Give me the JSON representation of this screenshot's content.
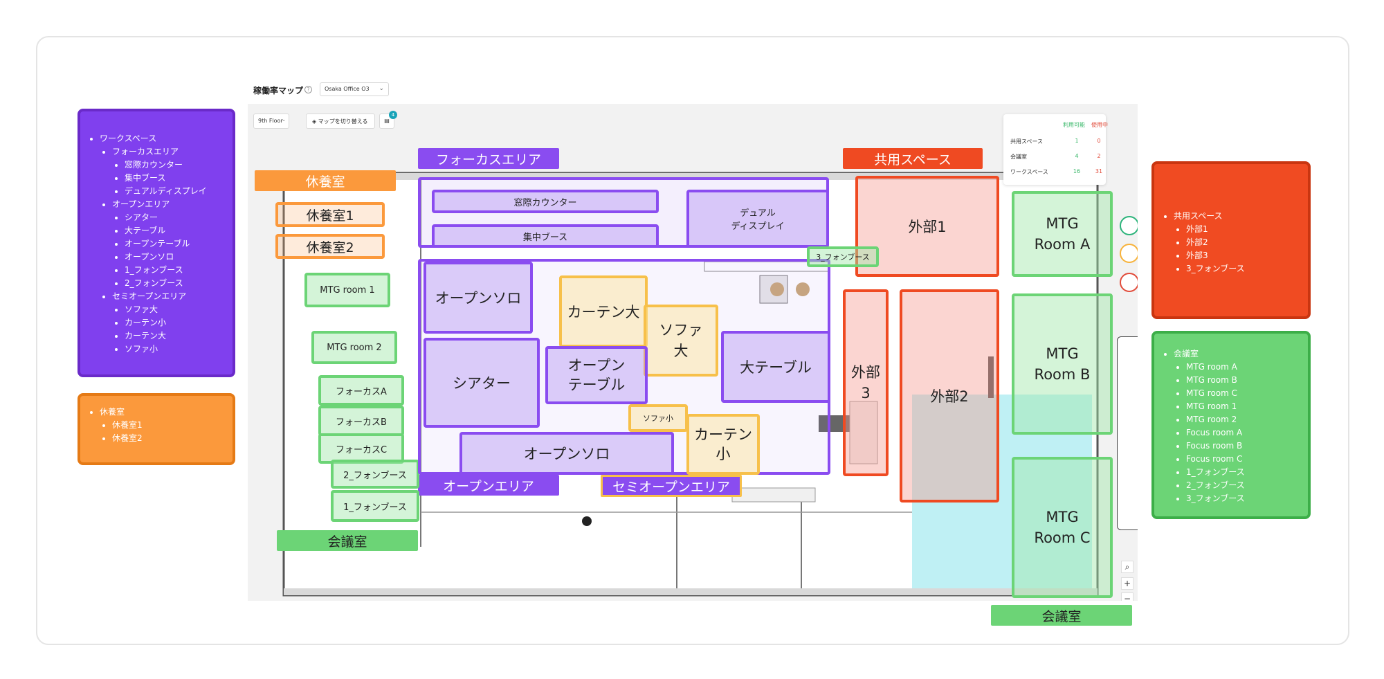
{
  "header": {
    "title": "稼働率マップ",
    "help_icon": "help-circle-icon",
    "office_select": "Osaka Office O3"
  },
  "toolbar": {
    "floor_select": "9th Floor",
    "switch_map": "マップを切り替える",
    "layers_badge": "4"
  },
  "stats": {
    "col_available": "利用可能",
    "col_in_use": "使用中",
    "rows": [
      {
        "label": "共用スペース",
        "available": "1",
        "in_use": "0"
      },
      {
        "label": "会議室",
        "available": "4",
        "in_use": "2"
      },
      {
        "label": "ワークスペース",
        "available": "16",
        "in_use": "31"
      }
    ]
  },
  "legend_workspace": {
    "title": "ワークスペース",
    "focus": {
      "title": "フォーカスエリア",
      "items": [
        "窓際カウンター",
        "集中ブース",
        "デュアルディスプレイ"
      ]
    },
    "open": {
      "title": "オープンエリア",
      "items": [
        "シアター",
        "大テーブル",
        "オープンテーブル",
        "オープンソロ",
        "1_フォンブース",
        "2_フォンブース"
      ]
    },
    "semi": {
      "title": "セミオープンエリア",
      "items": [
        "ソファ大",
        "カーテン小",
        "カーテン大",
        "ソファ小"
      ]
    }
  },
  "legend_rest": {
    "title": "休養室",
    "items": [
      "休養室1",
      "休養室2"
    ]
  },
  "legend_shared": {
    "title": "共用スペース",
    "items": [
      "外部1",
      "外部2",
      "外部3",
      "3_フォンブース"
    ]
  },
  "legend_meeting": {
    "title": "会議室",
    "items": [
      "MTG room A",
      "MTG room B",
      "MTG room C",
      "MTG room 1",
      "MTG room 2",
      "Focus room A",
      "Focus room B",
      "Focus room C",
      "1_フォンブース",
      "2_フォンブース",
      "3_フォンブース"
    ]
  },
  "tags": {
    "focus_area": "フォーカスエリア",
    "shared_space": "共用スペース",
    "rest_room": "休養室",
    "open_area": "オープンエリア",
    "semi_open_area": "セミオープンエリア",
    "meeting_left": "会議室",
    "meeting_right": "会議室"
  },
  "zones": {
    "window_counter": "窓際カウンター",
    "focus_booth": "集中ブース",
    "dual_display": "デュアル\nディスプレイ",
    "rest1": "休養室1",
    "rest2": "休養室2",
    "mtg1": "MTG room 1",
    "mtg2": "MTG room 2",
    "focusA": "フォーカスA",
    "focusB": "フォーカスB",
    "focusC": "フォーカスC",
    "phone2": "2_フォンブース",
    "phone1": "1_フォンブース",
    "phone3": "3_フォンブース",
    "open_solo_top": "オープンソロ",
    "theater": "シアター",
    "curtain_big": "カーテン大",
    "sofa_big": "ソファ\n大",
    "open_table": "オープン\nテーブル",
    "big_table": "大テーブル",
    "sofa_small": "ソファ小",
    "curtain_small": "カーテン\n小",
    "open_solo_bottom": "オープンソロ",
    "ext1": "外部1",
    "ext2": "外部2",
    "ext3": "外部\n3",
    "mtgA": "MTG\nRoom A",
    "mtgB": "MTG\nRoom B",
    "mtgC": "MTG\nRoom C"
  },
  "colors": {
    "purple": "#8a4cf0",
    "orange": "#fb993c",
    "red": "#ef4a22",
    "green": "#6cd476",
    "yellow": "#f7c04a"
  }
}
